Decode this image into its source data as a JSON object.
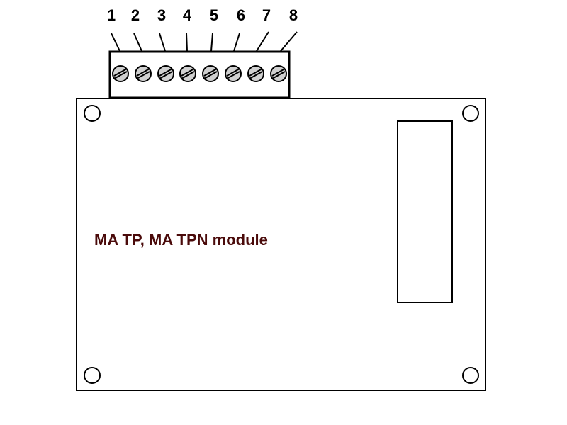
{
  "diagram": {
    "title": "MA TP, MA TPN module",
    "title_color": "#4a0a0a",
    "terminals": [
      "1",
      "2",
      "3",
      "4",
      "5",
      "6",
      "7",
      "8"
    ],
    "screw_fill": "#d0d0d0",
    "line_color": "#000000"
  }
}
